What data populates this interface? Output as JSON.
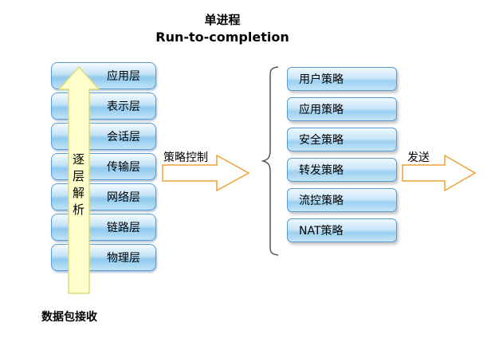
{
  "title": {
    "line1": "单进程",
    "line2": "Run-to-completion"
  },
  "left_stack": {
    "layers": [
      "应用层",
      "表示层",
      "会话层",
      "传输层",
      "网络层",
      "链路层",
      "物理层"
    ],
    "vertical_arrow_label": "逐层解析",
    "caption": "数据包接收"
  },
  "policy_arrow_label": "策略控制",
  "right_stack": {
    "policies": [
      "用户策略",
      "应用策略",
      "安全策略",
      "转发策略",
      "流控策略",
      "NAT策略"
    ]
  },
  "send_arrow_label": "发送",
  "colors": {
    "box_border": "#5b9bd5",
    "box_fill_light": "#eff8ff",
    "box_fill_dark": "#8fc9ee",
    "up_arrow_fill": "#ffffcc",
    "up_arrow_stroke": "#dcdc78",
    "flow_arrow_fill": "#ffffff",
    "flow_arrow_stroke": "#f0a232",
    "brace_stroke": "#555555"
  }
}
